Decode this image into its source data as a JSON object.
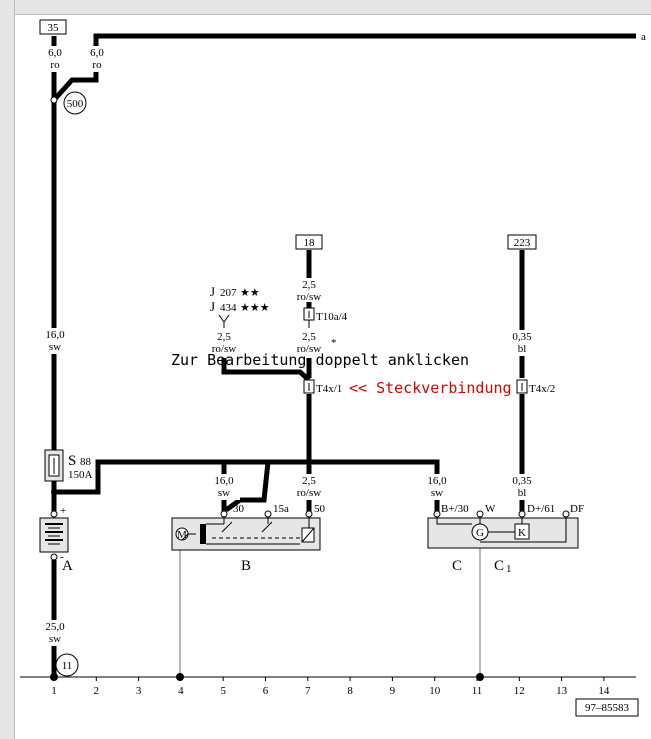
{
  "refs": {
    "top_left": "35",
    "right": "a",
    "mid": "18",
    "right_mid": "223",
    "doc_id": "97–85583"
  },
  "wires": {
    "w_top_left": {
      "size": "6,0",
      "color": "ro"
    },
    "w_top_right": {
      "size": "6,0",
      "color": "ro"
    },
    "w_main": {
      "size": "16,0",
      "color": "sw"
    },
    "w_18": {
      "size": "2,5",
      "color": "ro/sw"
    },
    "w_j": {
      "size": "2,5",
      "color": "ro/sw"
    },
    "w_mid2": {
      "size": "2,5",
      "color": "ro/sw",
      "mark": "*"
    },
    "w_223": {
      "size": "0,35",
      "color": "bl"
    },
    "w_223b": {
      "size": "0,35",
      "color": "bl"
    },
    "w_b30": {
      "size": "16,0",
      "color": "sw"
    },
    "w_b50": {
      "size": "2,5",
      "color": "ro/sw"
    },
    "w_c30": {
      "size": "16,0",
      "color": "sw"
    },
    "w_gnd": {
      "size": "25,0",
      "color": "sw"
    }
  },
  "labels": {
    "node_500": "500",
    "node_11": "11",
    "relay_j207": "J",
    "relay_j207_num": "207",
    "relay_j207_stars": "★★",
    "relay_j434": "J",
    "relay_j434_num": "434",
    "relay_j434_stars": "★★★",
    "conn_t10a": "T10a/4",
    "conn_t4x1": "T4x/1",
    "conn_t4x2": "T4x/2",
    "overlay_text": "Zur Bearbeitung doppelt anklicken",
    "steck_text": "<< Steckverbindung",
    "fuse": "S",
    "fuse_num": "88",
    "fuse_amp": "150A",
    "battery_plus": "+",
    "battery_minus": "-",
    "comp_a": "A",
    "comp_b": "B",
    "comp_c": "C",
    "comp_c1": "C",
    "comp_c1_sub": "1",
    "pin_30": "30",
    "pin_15a": "15a",
    "pin_50": "50",
    "pin_b30": "B+/30",
    "pin_w": "W",
    "pin_d61": "D+/61",
    "pin_df": "DF",
    "motor_m": "M",
    "gen_g": "G",
    "reg_k": "K"
  },
  "scale": [
    "1",
    "2",
    "3",
    "4",
    "5",
    "6",
    "7",
    "8",
    "9",
    "10",
    "11",
    "12",
    "13",
    "14"
  ]
}
